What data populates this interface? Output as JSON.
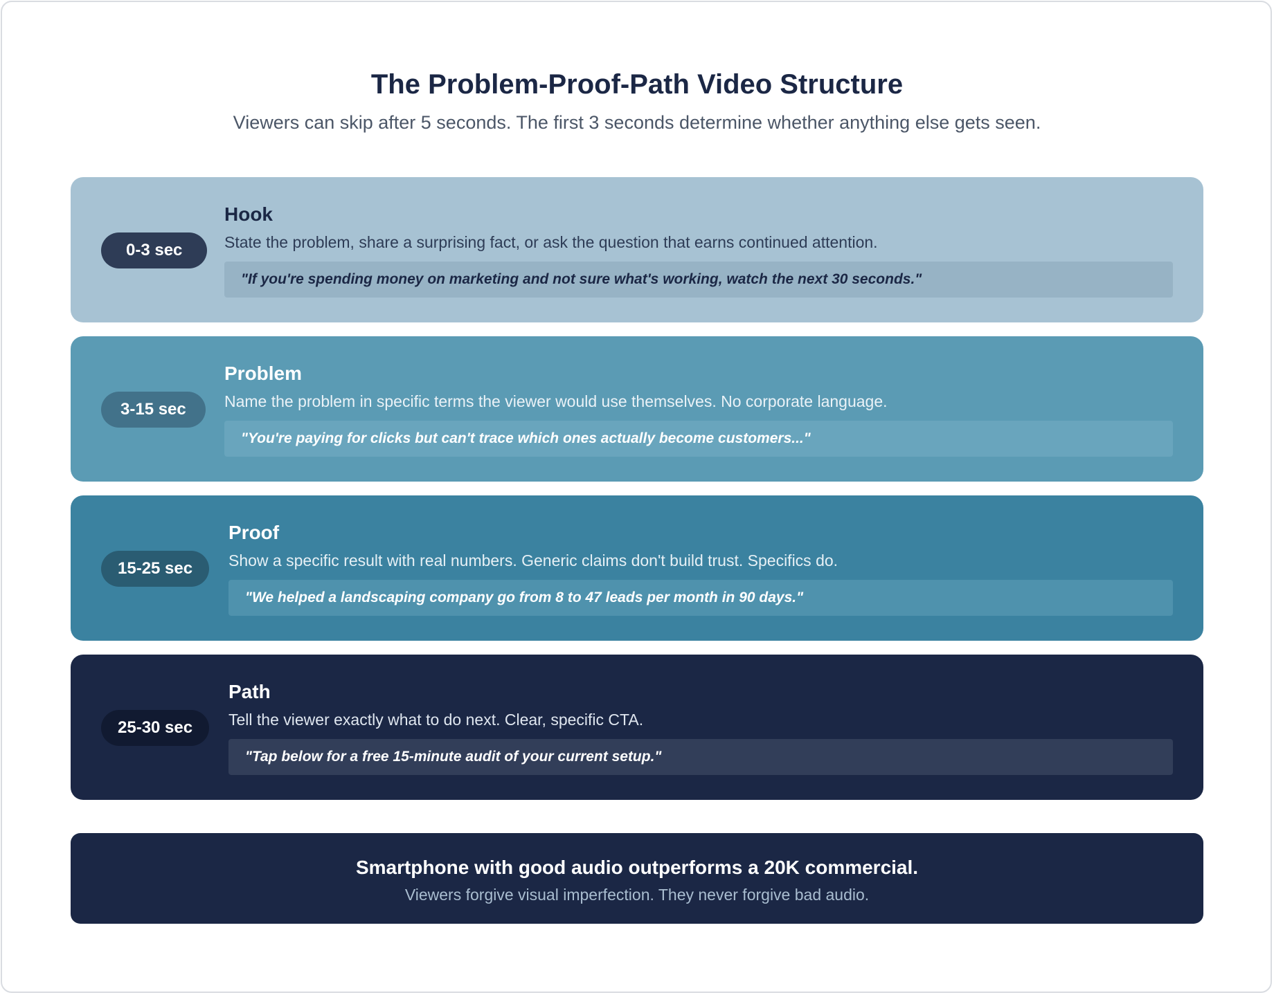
{
  "header": {
    "title": "The Problem-Proof-Path Video Structure",
    "subtitle": "Viewers can skip after 5 seconds. The first 3 seconds determine whether anything else gets seen."
  },
  "stages": [
    {
      "time": "0-3 sec",
      "title": "Hook",
      "description": "State the problem, share a surprising fact, or ask the question that earns continued attention.",
      "example": "\"If you're spending money on marketing and not sure what's working, watch the next 30 seconds.\""
    },
    {
      "time": "3-15 sec",
      "title": "Problem",
      "description": "Name the problem in specific terms the viewer would use themselves. No corporate language.",
      "example": "\"You're paying for clicks but can't trace which ones actually become customers...\""
    },
    {
      "time": "15-25 sec",
      "title": "Proof",
      "description": "Show a specific result with real numbers. Generic claims don't build trust. Specifics do.",
      "example": "\"We helped a landscaping company go from 8 to 47 leads per month in 90 days.\""
    },
    {
      "time": "25-30 sec",
      "title": "Path",
      "description": "Tell the viewer exactly what to do next. Clear, specific CTA.",
      "example": "\"Tap below for a free 15-minute audit of your current setup.\""
    }
  ],
  "note": {
    "title": "Smartphone with good audio outperforms a 20K commercial.",
    "subtitle": "Viewers forgive visual imperfection. They never forgive bad audio."
  },
  "colors": {
    "hook_bg": "#a7c2d3",
    "problem_bg": "#5b9bb4",
    "proof_bg": "#3b82a0",
    "path_bg": "#1b2745",
    "text_dark": "#1b2745"
  }
}
